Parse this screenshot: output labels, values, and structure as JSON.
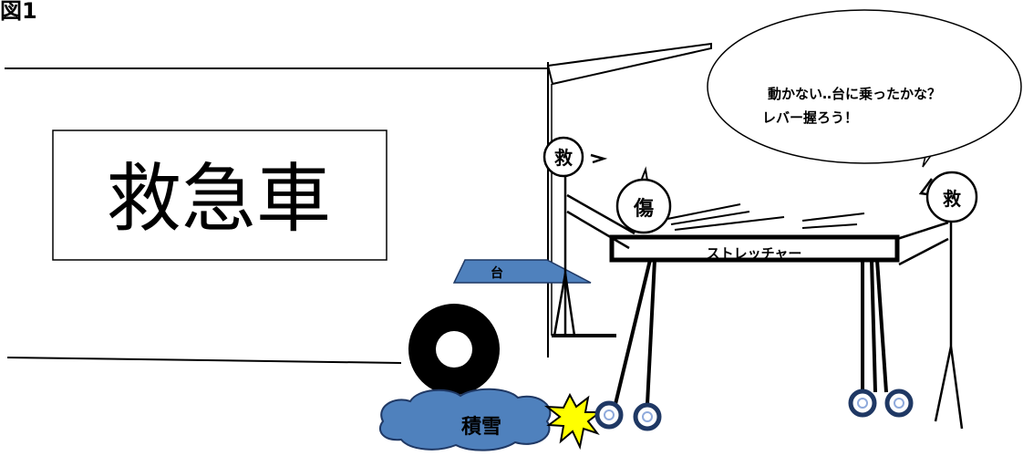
{
  "figure_label": "図1",
  "ambulance": {
    "sign_text": "救急車"
  },
  "platform": {
    "label": "台",
    "color": "#4f81bd"
  },
  "snow": {
    "label": "積雪",
    "color": "#4f81bd"
  },
  "stretcher": {
    "label": "ストレッチャー"
  },
  "people": {
    "rescuer_left": "救",
    "patient": "傷",
    "rescuer_right": "救"
  },
  "speech_bubble": {
    "line1": "動かない‥台に乗ったかな？",
    "line2": "レバー握ろう！"
  },
  "colors": {
    "impact_burst": "#ffff00",
    "wheel_ring": "#1f3864",
    "wheel_ring_light": "#8faadc",
    "ink": "#000000"
  }
}
